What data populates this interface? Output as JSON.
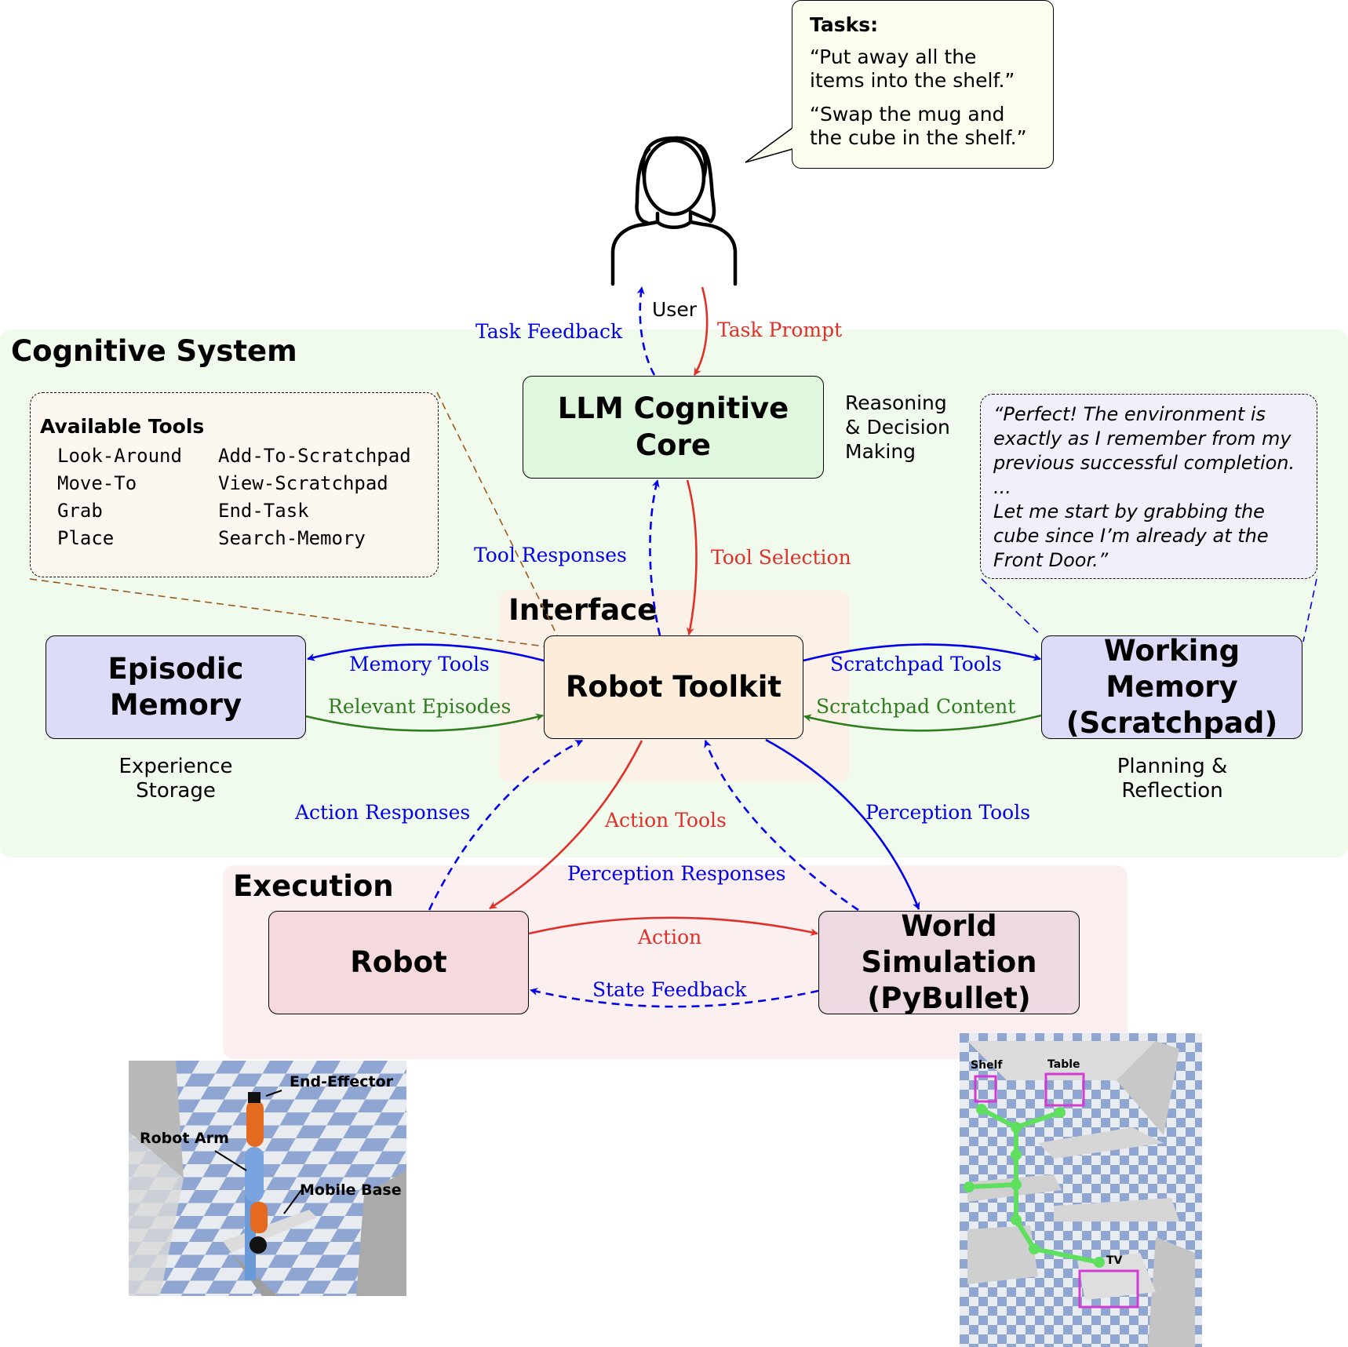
{
  "regions": {
    "cognitive": "Cognitive System",
    "interface": "Interface",
    "execution": "Execution"
  },
  "user": {
    "label": "User"
  },
  "tasks": {
    "title": "Tasks:",
    "items": [
      "“Put away all the items into the shelf.”",
      "“Swap the mug and the cube in the shelf.”"
    ]
  },
  "nodes": {
    "llm": "LLM Cognitive Core",
    "toolkit": "Robot Toolkit",
    "episodic": "Episodic Memory",
    "working_line1": "Working Memory",
    "working_line2": "(Scratchpad)",
    "robot": "Robot",
    "world_line1": "World Simulation",
    "world_line2": "(PyBullet)"
  },
  "notes": {
    "llm": [
      "Reasoning",
      "& Decision",
      "Making"
    ],
    "episodic": [
      "Experience",
      "Storage"
    ],
    "working": [
      "Planning &",
      "Reflection"
    ]
  },
  "tools_box": {
    "title": "Available Tools",
    "col1": [
      "Look-Around",
      "Move-To",
      "Grab",
      "Place"
    ],
    "col2": [
      "Add-To-Scratchpad",
      "View-Scratchpad",
      "End-Task",
      "Search-Memory"
    ]
  },
  "thought": {
    "lines": [
      "“Perfect!  The environment is",
      "exactly as I remember from my",
      "previous successful completion.",
      "...",
      "Let me start by grabbing the",
      "cube since I’m already at the",
      "Front Door.”"
    ]
  },
  "edges": {
    "task_feedback": "Task Feedback",
    "task_prompt": "Task Prompt",
    "tool_responses": "Tool Responses",
    "tool_selection": "Tool Selection",
    "memory_tools": "Memory Tools",
    "relevant_episodes": "Relevant Episodes",
    "scratchpad_tools": "Scratchpad Tools",
    "scratchpad_content": "Scratchpad Content",
    "action_responses": "Action Responses",
    "action_tools": "Action Tools",
    "perception_tools": "Perception Tools",
    "perception_responses": "Perception Responses",
    "action": "Action",
    "state_feedback": "State Feedback"
  },
  "robot_image": {
    "labels": {
      "end_effector": "End-Effector",
      "robot_arm": "Robot Arm",
      "mobile_base": "Mobile Base"
    }
  },
  "sim_image": {
    "labels": {
      "shelf": "Shelf",
      "table": "Table",
      "tv": "TV"
    }
  },
  "colors": {
    "cognitive_bg": "#f0faed",
    "interface_bg": "#fcf4ec",
    "execution_bg": "#fbeff0",
    "llm_fill": "#dff7dc",
    "toolkit_fill": "#fcecd9",
    "memory_fill": "#dcdcf8",
    "robot_fill": "#f5d9dd",
    "world_fill": "#ecd9e2",
    "tasks_fill": "#fdfdef",
    "tools_fill": "#fcf7f1",
    "thought_fill": "#f0f0fb",
    "blue": "#0000ee",
    "red": "#e0302a",
    "green": "#2e7d1e",
    "brown": "#9a5a1e"
  }
}
